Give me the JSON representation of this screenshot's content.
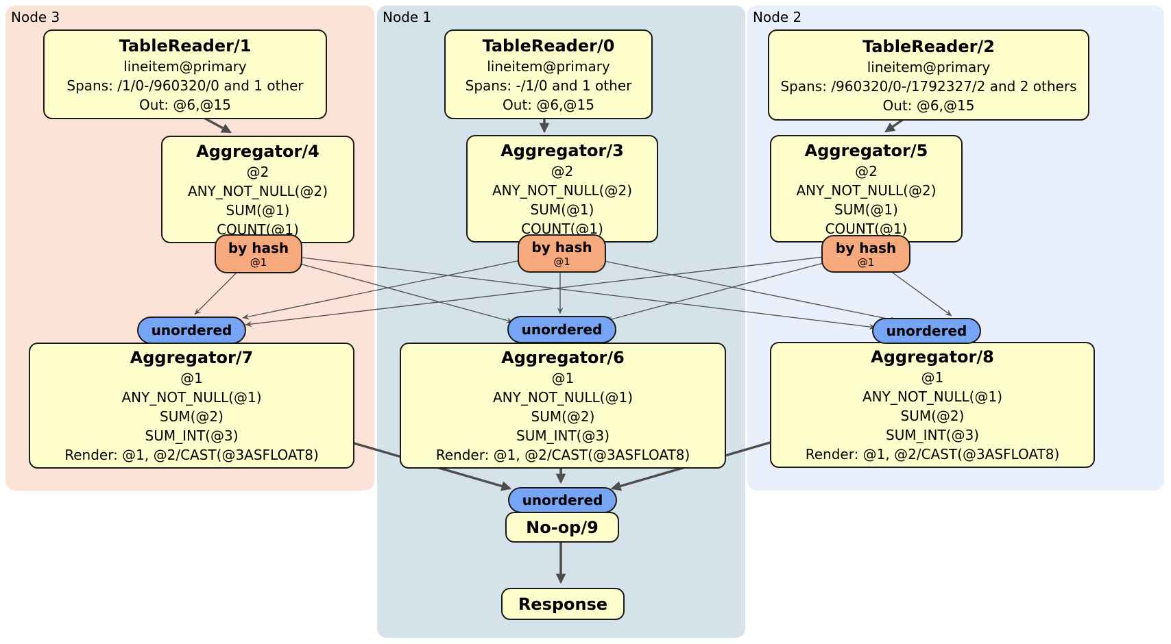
{
  "regions": {
    "node3": {
      "label": "Node 3"
    },
    "node1": {
      "label": "Node 1"
    },
    "node2": {
      "label": "Node 2"
    }
  },
  "boxes": {
    "tr1": {
      "title": "TableReader/1",
      "lines": [
        "lineitem@primary",
        "Spans: /1/0-/960320/0 and 1 other",
        "Out: @6,@15"
      ]
    },
    "tr0": {
      "title": "TableReader/0",
      "lines": [
        "lineitem@primary",
        "Spans: -/1/0 and 1 other",
        "Out: @6,@15"
      ]
    },
    "tr2": {
      "title": "TableReader/2",
      "lines": [
        "lineitem@primary",
        "Spans: /960320/0-/1792327/2 and 2 others",
        "Out: @6,@15"
      ]
    },
    "agg4": {
      "title": "Aggregator/4",
      "lines": [
        "@2",
        "ANY_NOT_NULL(@2)",
        "SUM(@1)",
        "COUNT(@1)"
      ]
    },
    "agg3": {
      "title": "Aggregator/3",
      "lines": [
        "@2",
        "ANY_NOT_NULL(@2)",
        "SUM(@1)",
        "COUNT(@1)"
      ]
    },
    "agg5": {
      "title": "Aggregator/5",
      "lines": [
        "@2",
        "ANY_NOT_NULL(@2)",
        "SUM(@1)",
        "COUNT(@1)"
      ]
    },
    "agg7": {
      "title": "Aggregator/7",
      "lines": [
        "@1",
        "ANY_NOT_NULL(@1)",
        "SUM(@2)",
        "SUM_INT(@3)",
        "Render: @1, @2/CAST(@3ASFLOAT8)"
      ]
    },
    "agg6": {
      "title": "Aggregator/6",
      "lines": [
        "@1",
        "ANY_NOT_NULL(@1)",
        "SUM(@2)",
        "SUM_INT(@3)",
        "Render: @1, @2/CAST(@3ASFLOAT8)"
      ]
    },
    "agg8": {
      "title": "Aggregator/8",
      "lines": [
        "@1",
        "ANY_NOT_NULL(@1)",
        "SUM(@2)",
        "SUM_INT(@3)",
        "Render: @1, @2/CAST(@3ASFLOAT8)"
      ]
    },
    "noop": {
      "title": "No-op/9"
    },
    "response": {
      "title": "Response"
    }
  },
  "routers": {
    "left": {
      "label": "by hash",
      "detail": "@1"
    },
    "mid": {
      "label": "by hash",
      "detail": "@1"
    },
    "right": {
      "label": "by hash",
      "detail": "@1"
    }
  },
  "syncs": {
    "left": {
      "label": "unordered"
    },
    "mid": {
      "label": "unordered"
    },
    "right": {
      "label": "unordered"
    },
    "bottom": {
      "label": "unordered"
    }
  },
  "edges": [
    {
      "from": "TableReader/1",
      "to": "Aggregator/4"
    },
    {
      "from": "TableReader/0",
      "to": "Aggregator/3"
    },
    {
      "from": "TableReader/2",
      "to": "Aggregator/5"
    },
    {
      "from": "by hash (Aggregator/4)",
      "to": "unordered-left"
    },
    {
      "from": "by hash (Aggregator/4)",
      "to": "unordered-mid"
    },
    {
      "from": "by hash (Aggregator/4)",
      "to": "unordered-right"
    },
    {
      "from": "by hash (Aggregator/3)",
      "to": "unordered-left"
    },
    {
      "from": "by hash (Aggregator/3)",
      "to": "unordered-mid"
    },
    {
      "from": "by hash (Aggregator/3)",
      "to": "unordered-right"
    },
    {
      "from": "by hash (Aggregator/5)",
      "to": "unordered-left"
    },
    {
      "from": "by hash (Aggregator/5)",
      "to": "unordered-mid"
    },
    {
      "from": "by hash (Aggregator/5)",
      "to": "unordered-right"
    },
    {
      "from": "Aggregator/7",
      "to": "unordered-bottom"
    },
    {
      "from": "Aggregator/6",
      "to": "unordered-bottom"
    },
    {
      "from": "Aggregator/8",
      "to": "unordered-bottom"
    },
    {
      "from": "No-op/9",
      "to": "Response"
    }
  ],
  "colors": {
    "node3_bg": "#fce3d7",
    "node1_bg": "#d5e2ea",
    "node2_bg": "#eaf0fb",
    "box_fill": "#ffffcd",
    "box_border": "#1a1a1a",
    "router_fill": "#f5a97c",
    "sync_fill": "#76a5f5",
    "edge_color": "#4d4d4d"
  }
}
